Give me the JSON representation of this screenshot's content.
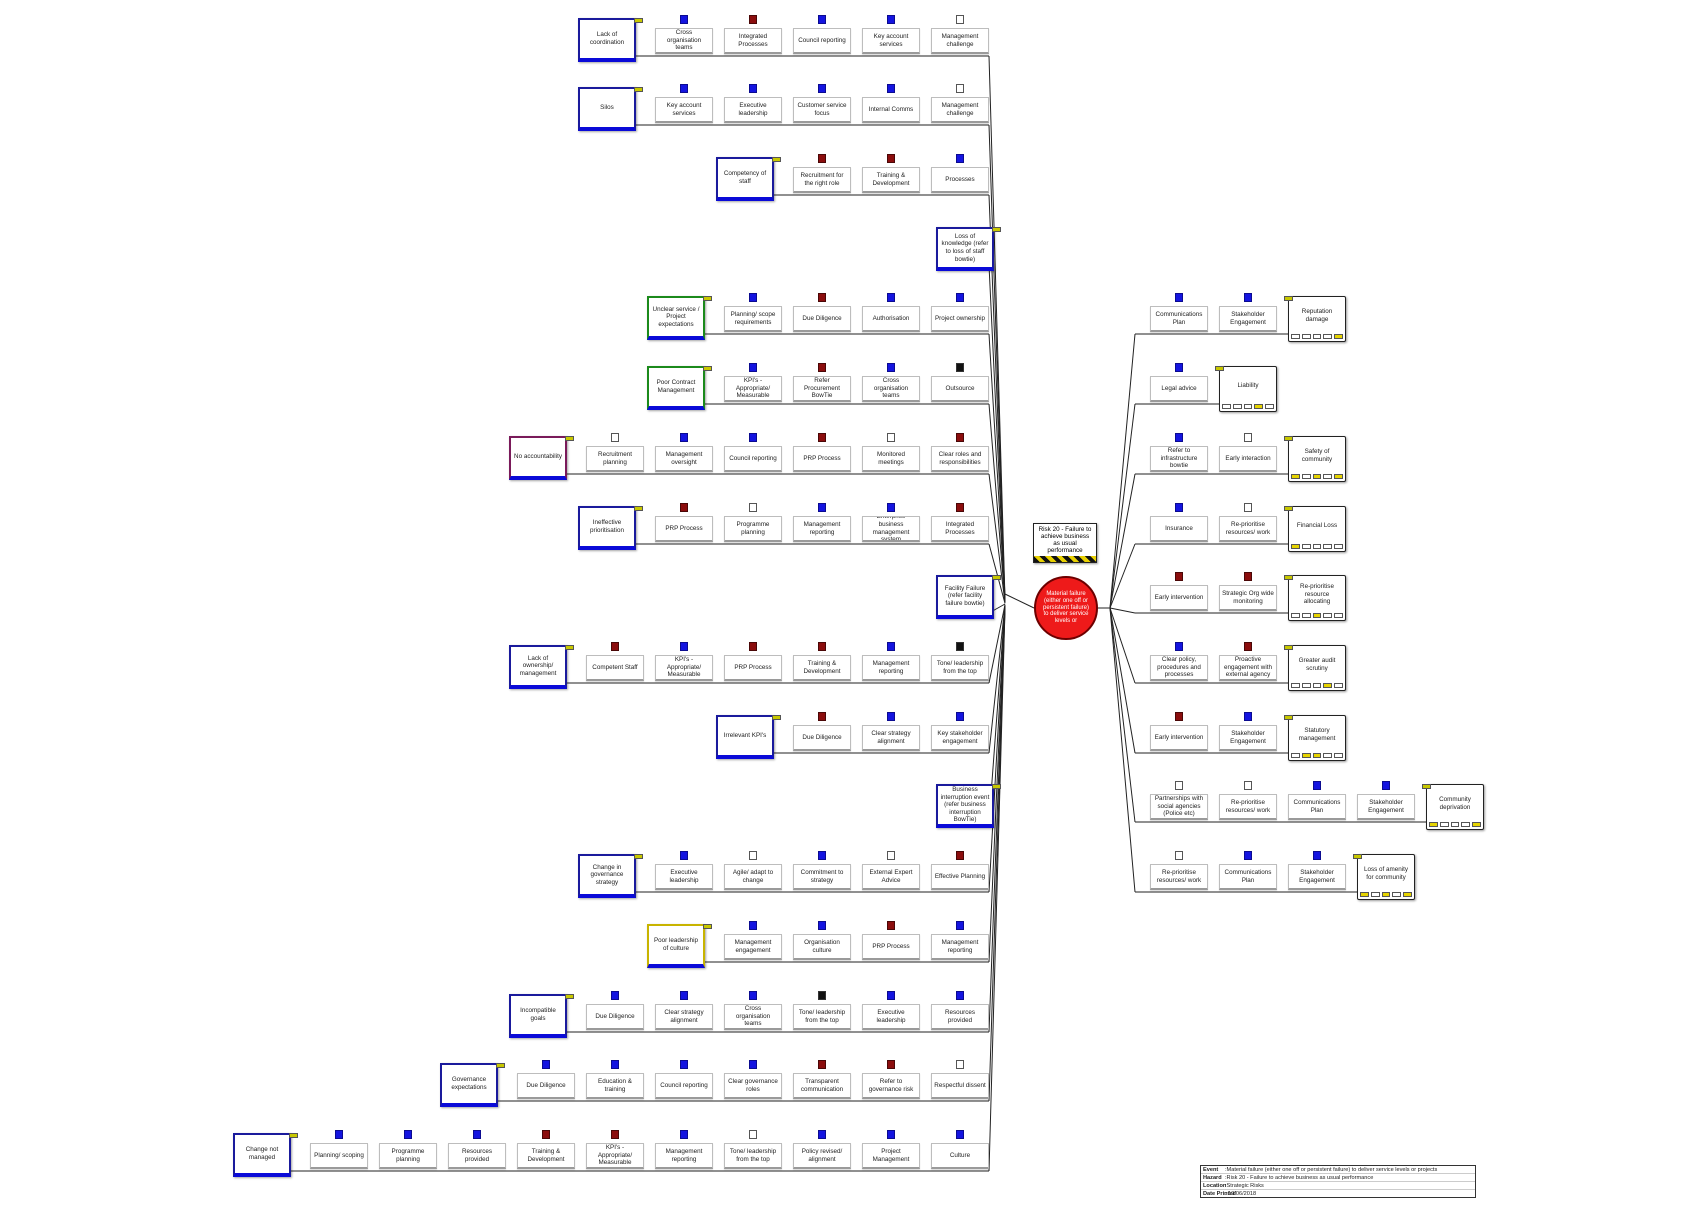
{
  "hazard": {
    "label": "Risk 20 - Failure to achieve business as usual performance"
  },
  "top_event": {
    "label": "Material failure (either one off or persistent failure) to deliver service levels or"
  },
  "threats": [
    {
      "label": "Lack of coordination",
      "color": "blue",
      "controls": [
        {
          "label": "Cross organisation teams",
          "flag": "blue"
        },
        {
          "label": "Integrated Processes",
          "flag": "red"
        },
        {
          "label": "Council reporting",
          "flag": "blue"
        },
        {
          "label": "Key account services",
          "flag": "blue"
        },
        {
          "label": "Management challenge",
          "flag": "white"
        }
      ]
    },
    {
      "label": "Silos",
      "color": "blue",
      "controls": [
        {
          "label": "Key account services",
          "flag": "blue"
        },
        {
          "label": "Executive leadership",
          "flag": "blue"
        },
        {
          "label": "Customer service focus",
          "flag": "blue"
        },
        {
          "label": "Internal Comms",
          "flag": "blue"
        },
        {
          "label": "Management challenge",
          "flag": "white"
        }
      ]
    },
    {
      "label": "Competency of staff",
      "color": "blue",
      "controls": [
        {
          "label": "Recruitment for the right role",
          "flag": "red"
        },
        {
          "label": "Training & Development",
          "flag": "red"
        },
        {
          "label": "Processes",
          "flag": "blue"
        }
      ]
    },
    {
      "label": "Loss of knowledge (refer to loss of staff bowtie)",
      "color": "blue",
      "controls": []
    },
    {
      "label": "Unclear service / Project expectations",
      "color": "green",
      "controls": [
        {
          "label": "Planning/ scope requirements",
          "flag": "blue"
        },
        {
          "label": "Due Diligence",
          "flag": "red"
        },
        {
          "label": "Authorisation",
          "flag": "blue"
        },
        {
          "label": "Project ownership",
          "flag": "blue"
        }
      ]
    },
    {
      "label": "Poor Contract Management",
      "color": "green",
      "controls": [
        {
          "label": "KPI's - Appropriate/ Measurable",
          "flag": "blue"
        },
        {
          "label": "Refer Procurement BowTie",
          "flag": "red"
        },
        {
          "label": "Cross organisation teams",
          "flag": "blue"
        },
        {
          "label": "Outsource",
          "flag": "black"
        }
      ]
    },
    {
      "label": "No accountability",
      "color": "purple",
      "controls": [
        {
          "label": "Recruitment planning",
          "flag": "white"
        },
        {
          "label": "Management oversight",
          "flag": "blue"
        },
        {
          "label": "Council reporting",
          "flag": "blue"
        },
        {
          "label": "PRP Process",
          "flag": "red"
        },
        {
          "label": "Monitored meetings",
          "flag": "white"
        },
        {
          "label": "Clear roles and responsibilities",
          "flag": "red"
        }
      ]
    },
    {
      "label": "Ineffective prioritisation",
      "color": "blue",
      "controls": [
        {
          "label": "PRP Process",
          "flag": "red"
        },
        {
          "label": "Programme planning",
          "flag": "white"
        },
        {
          "label": "Management reporting",
          "flag": "blue"
        },
        {
          "label": "Enterprise business management system",
          "flag": "blue"
        },
        {
          "label": "Integrated Processes",
          "flag": "red"
        }
      ]
    },
    {
      "label": "Facility Failure (refer facility failure bowtie)",
      "color": "blue",
      "controls": []
    },
    {
      "label": "Lack of ownership/ management",
      "color": "blue",
      "controls": [
        {
          "label": "Competent Staff",
          "flag": "red"
        },
        {
          "label": "KPI's - Appropriate/ Measurable",
          "flag": "blue"
        },
        {
          "label": "PRP Process",
          "flag": "red"
        },
        {
          "label": "Training & Development",
          "flag": "red"
        },
        {
          "label": "Management reporting",
          "flag": "blue"
        },
        {
          "label": "Tone/ leadership from the top",
          "flag": "black"
        }
      ]
    },
    {
      "label": "Irrelevant KPI's",
      "color": "blue",
      "controls": [
        {
          "label": "Due Diligence",
          "flag": "red"
        },
        {
          "label": "Clear strategy alignment",
          "flag": "blue"
        },
        {
          "label": "Key stakeholder engagement",
          "flag": "blue"
        }
      ]
    },
    {
      "label": "Business interruption event (refer business interruption BowTie)",
      "color": "blue",
      "controls": []
    },
    {
      "label": "Change in governance strategy",
      "color": "blue",
      "controls": [
        {
          "label": "Executive leadership",
          "flag": "blue"
        },
        {
          "label": "Agile/ adapt to change",
          "flag": "white"
        },
        {
          "label": "Commitment to strategy",
          "flag": "blue"
        },
        {
          "label": "External Expert Advice",
          "flag": "white"
        },
        {
          "label": "Effective Planning",
          "flag": "red"
        }
      ]
    },
    {
      "label": "Poor leadership of culture",
      "color": "yellow",
      "controls": [
        {
          "label": "Management engagement",
          "flag": "blue"
        },
        {
          "label": "Organisation culture",
          "flag": "blue"
        },
        {
          "label": "PRP Process",
          "flag": "red"
        },
        {
          "label": "Management reporting",
          "flag": "blue"
        }
      ]
    },
    {
      "label": "Incompatible goals",
      "color": "blue",
      "controls": [
        {
          "label": "Due Diligence",
          "flag": "blue"
        },
        {
          "label": "Clear strategy alignment",
          "flag": "blue"
        },
        {
          "label": "Cross organisation teams",
          "flag": "blue"
        },
        {
          "label": "Tone/ leadership from the top",
          "flag": "black"
        },
        {
          "label": "Executive leadership",
          "flag": "blue"
        },
        {
          "label": "Resources provided",
          "flag": "blue"
        }
      ]
    },
    {
      "label": "Governance expectations",
      "color": "blue",
      "controls": [
        {
          "label": "Due Diligence",
          "flag": "blue"
        },
        {
          "label": "Education & training",
          "flag": "blue"
        },
        {
          "label": "Council reporting",
          "flag": "blue"
        },
        {
          "label": "Clear governance roles",
          "flag": "blue"
        },
        {
          "label": "Transparent communication",
          "flag": "red"
        },
        {
          "label": "Refer to governance risk",
          "flag": "red"
        },
        {
          "label": "Respectful dissent",
          "flag": "white"
        }
      ]
    },
    {
      "label": "Change not managed",
      "color": "blue",
      "controls": [
        {
          "label": "Planning/ scoping",
          "flag": "blue"
        },
        {
          "label": "Programme planning",
          "flag": "blue"
        },
        {
          "label": "Resources provided",
          "flag": "blue"
        },
        {
          "label": "Training & Development",
          "flag": "red"
        },
        {
          "label": "KPI's - Appropriate/ Measurable",
          "flag": "red"
        },
        {
          "label": "Management reporting",
          "flag": "blue"
        },
        {
          "label": "Tone/ leadership from the top",
          "flag": "white"
        },
        {
          "label": "Policy revised/ alignment",
          "flag": "blue"
        },
        {
          "label": "Project Management",
          "flag": "blue"
        },
        {
          "label": "Culture",
          "flag": "blue"
        }
      ]
    }
  ],
  "consequences": [
    {
      "label": "Reputation damage",
      "yellow": [
        4
      ],
      "controls": [
        {
          "label": "Communications Plan",
          "flag": "blue"
        },
        {
          "label": "Stakeholder Engagement",
          "flag": "blue"
        }
      ]
    },
    {
      "label": "Liability",
      "yellow": [
        3
      ],
      "controls": [
        {
          "label": "Legal advice",
          "flag": "blue"
        }
      ]
    },
    {
      "label": "Safety of community",
      "yellow": [
        0,
        2,
        4
      ],
      "controls": [
        {
          "label": "Refer to infrastructure bowtie",
          "flag": "blue"
        },
        {
          "label": "Early interaction",
          "flag": "white"
        }
      ]
    },
    {
      "label": "Financial Loss",
      "yellow": [
        0
      ],
      "controls": [
        {
          "label": "Insurance",
          "flag": "blue"
        },
        {
          "label": "Re-prioritise resources/ work",
          "flag": "white"
        }
      ]
    },
    {
      "label": "Re-prioritise resource allocating",
      "yellow": [
        2
      ],
      "controls": [
        {
          "label": "Early intervention",
          "flag": "red"
        },
        {
          "label": "Strategic Org wide monitoring",
          "flag": "red"
        }
      ]
    },
    {
      "label": "Greater audit scrutiny",
      "yellow": [
        3
      ],
      "controls": [
        {
          "label": "Clear policy, procedures and processes",
          "flag": "blue"
        },
        {
          "label": "Proactive engagement with external agency",
          "flag": "red"
        }
      ]
    },
    {
      "label": "Statutory management",
      "yellow": [
        1,
        2
      ],
      "controls": [
        {
          "label": "Early intervention",
          "flag": "red"
        },
        {
          "label": "Stakeholder Engagement",
          "flag": "blue"
        }
      ]
    },
    {
      "label": "Community deprivation",
      "yellow": [
        0,
        4
      ],
      "controls": [
        {
          "label": "Partnerships with social agencies (Police etc)",
          "flag": "white"
        },
        {
          "label": "Re-prioritise resources/ work",
          "flag": "white"
        },
        {
          "label": "Communications Plan",
          "flag": "blue"
        },
        {
          "label": "Stakeholder Engagement",
          "flag": "blue"
        }
      ]
    },
    {
      "label": "Loss of amenity for community",
      "yellow": [
        0,
        2,
        4
      ],
      "controls": [
        {
          "label": "Re-prioritise resources/ work",
          "flag": "white"
        },
        {
          "label": "Communications Plan",
          "flag": "blue"
        },
        {
          "label": "Stakeholder Engagement",
          "flag": "blue"
        }
      ]
    }
  ],
  "legend": {
    "event_label": "Event",
    "event_value": ":Material failure (either one off or persistent failure) to deliver service levels or projects",
    "hazard_label": "Hazard",
    "hazard_value": ":Risk 20 - Failure to achieve business as usual performance",
    "location_label": "Location",
    "location_value": ":Strategic Risks",
    "date_label": "Date Printed",
    "date_value": ": 19/06/2018"
  },
  "colors": {
    "blue": "#1414e0",
    "red": "#8b0d0d",
    "black": "#111111",
    "event": "#ee1a1a"
  }
}
